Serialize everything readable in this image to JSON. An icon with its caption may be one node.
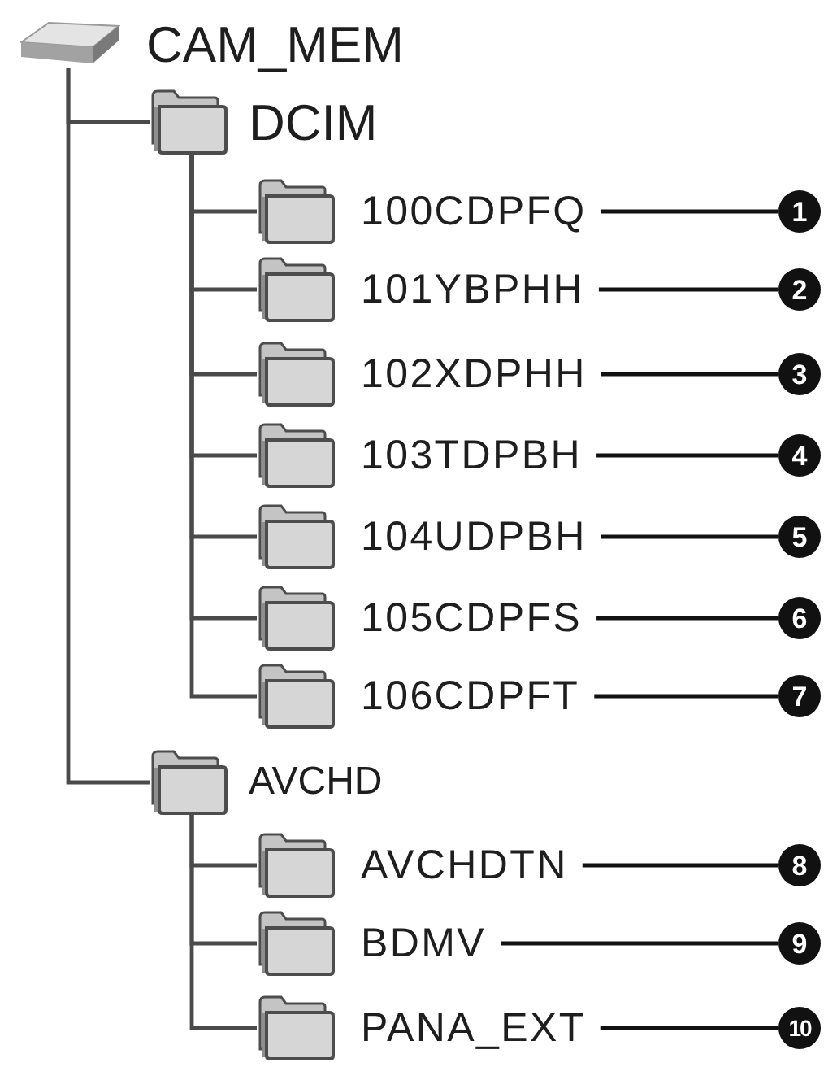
{
  "diagram": {
    "nodes": [
      {
        "text": [
          "CAM_MEM"
        ]
      },
      {
        "text": [
          "DCIM"
        ]
      },
      {
        "text": [
          "100CDPFQ"
        ]
      },
      {
        "text": [
          "1"
        ]
      },
      {
        "text": [
          "101YBPHH"
        ]
      },
      {
        "text": [
          "2"
        ]
      },
      {
        "text": [
          "102XDPHH"
        ]
      },
      {
        "text": [
          "3"
        ]
      },
      {
        "text": [
          "103TDPBH"
        ]
      },
      {
        "text": [
          "4"
        ]
      },
      {
        "text": [
          "104UDPBH"
        ]
      },
      {
        "text": [
          "5"
        ]
      },
      {
        "text": [
          "105CDPFS"
        ]
      },
      {
        "text": [
          "6"
        ]
      },
      {
        "text": [
          "106CDPFT"
        ]
      },
      {
        "text": [
          "7"
        ]
      },
      {
        "text": [
          "AVCHD"
        ]
      },
      {
        "text": [
          "AVCHDTN"
        ]
      },
      {
        "text": [
          "8"
        ]
      },
      {
        "text": [
          "BDMV"
        ]
      },
      {
        "text": [
          "9"
        ]
      },
      {
        "text": [
          "PANA_EXT"
        ]
      },
      {
        "text": [
          "10"
        ]
      }
    ],
    "edges": [
      {
        "from": 0,
        "to": 1,
        "arrow": "none"
      },
      {
        "from": 1,
        "to": 2,
        "arrow": "none"
      },
      {
        "from": 1,
        "to": 4,
        "arrow": "none"
      },
      {
        "from": 1,
        "to": 6,
        "arrow": "none"
      },
      {
        "from": 1,
        "to": 8,
        "arrow": "none"
      },
      {
        "from": 1,
        "to": 10,
        "arrow": "none"
      },
      {
        "from": 1,
        "to": 12,
        "arrow": "none"
      },
      {
        "from": 1,
        "to": 14,
        "arrow": "none"
      },
      {
        "from": 0,
        "to": 16,
        "arrow": "none"
      },
      {
        "from": 16,
        "to": 17,
        "arrow": "none"
      },
      {
        "from": 16,
        "to": 19,
        "arrow": "none"
      },
      {
        "from": 16,
        "to": 21,
        "arrow": "none"
      },
      {
        "from": 2,
        "to": 3,
        "arrow": "none",
        "color": "#111111"
      },
      {
        "from": 4,
        "to": 5,
        "arrow": "none",
        "color": "#111111"
      },
      {
        "from": 6,
        "to": 7,
        "arrow": "none",
        "color": "#111111"
      },
      {
        "from": 8,
        "to": 9,
        "arrow": "none",
        "color": "#111111"
      },
      {
        "from": 10,
        "to": 11,
        "arrow": "none",
        "color": "#111111"
      },
      {
        "from": 12,
        "to": 13,
        "arrow": "none",
        "color": "#111111"
      },
      {
        "from": 14,
        "to": 15,
        "arrow": "none",
        "color": "#111111"
      },
      {
        "from": 17,
        "to": 18,
        "arrow": "none",
        "color": "#111111"
      },
      {
        "from": 19,
        "to": 20,
        "arrow": "none",
        "color": "#111111"
      },
      {
        "from": 21,
        "to": 22,
        "arrow": "none",
        "color": "#111111"
      }
    ]
  }
}
